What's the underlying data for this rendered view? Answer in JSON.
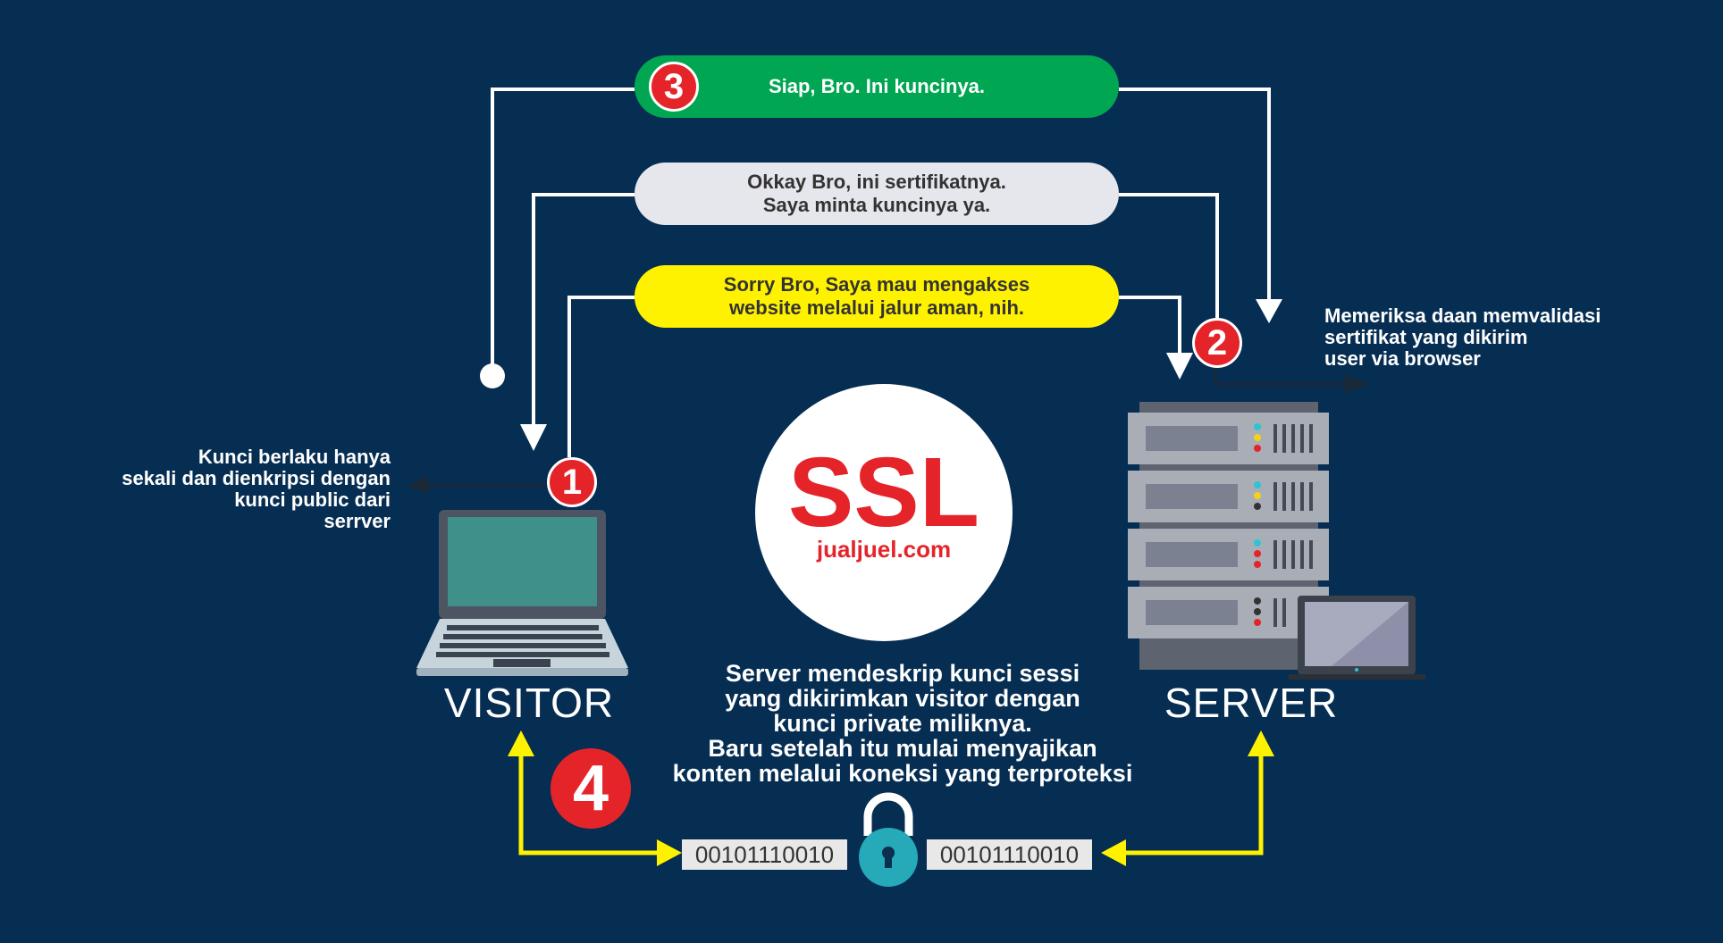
{
  "messages": {
    "step3": {
      "badge": "3",
      "text": "Siap, Bro. Ini kuncinya.",
      "color": "#00a651"
    },
    "step2": {
      "line1": "Okkay Bro, ini sertifikatnya.",
      "line2": "Saya minta kuncinya ya.",
      "color": "#e6e7ec"
    },
    "step1": {
      "line1": "Sorry Bro, Saya mau mengakses",
      "line2": "website melalui jalur aman, nih.",
      "color": "#fff200"
    }
  },
  "badges": {
    "one": "1",
    "two": "2",
    "four": "4"
  },
  "server_note": {
    "line1": "Memeriksa daan memvalidasi",
    "line2": "sertifikat  yang dikirim",
    "line3": "user via browser"
  },
  "visitor_note": {
    "line1": "Kunci berlaku hanya",
    "line2": "sekali dan dienkripsi dengan",
    "line3": "kunci public dari",
    "line4": "serrver"
  },
  "ssl": {
    "title": "SSL",
    "site": "jualjuel.com"
  },
  "nodes": {
    "visitor": "VISITOR",
    "server": "SERVER"
  },
  "center_note": {
    "line1": "Server mendeskrip kunci sessi",
    "line2": "yang dikirimkan visitor dengan",
    "line3": "kunci private miliknya.",
    "line4": "Baru setelah itu mulai menyajikan",
    "line5": "konten melalui koneksi yang terproteksi"
  },
  "binary": {
    "left": "00101110010",
    "right": "00101110010"
  },
  "colors": {
    "background": "#062d52",
    "badge_red": "#e5242a",
    "arrow_yellow": "#fff200",
    "lock_teal": "#26a9b8"
  }
}
